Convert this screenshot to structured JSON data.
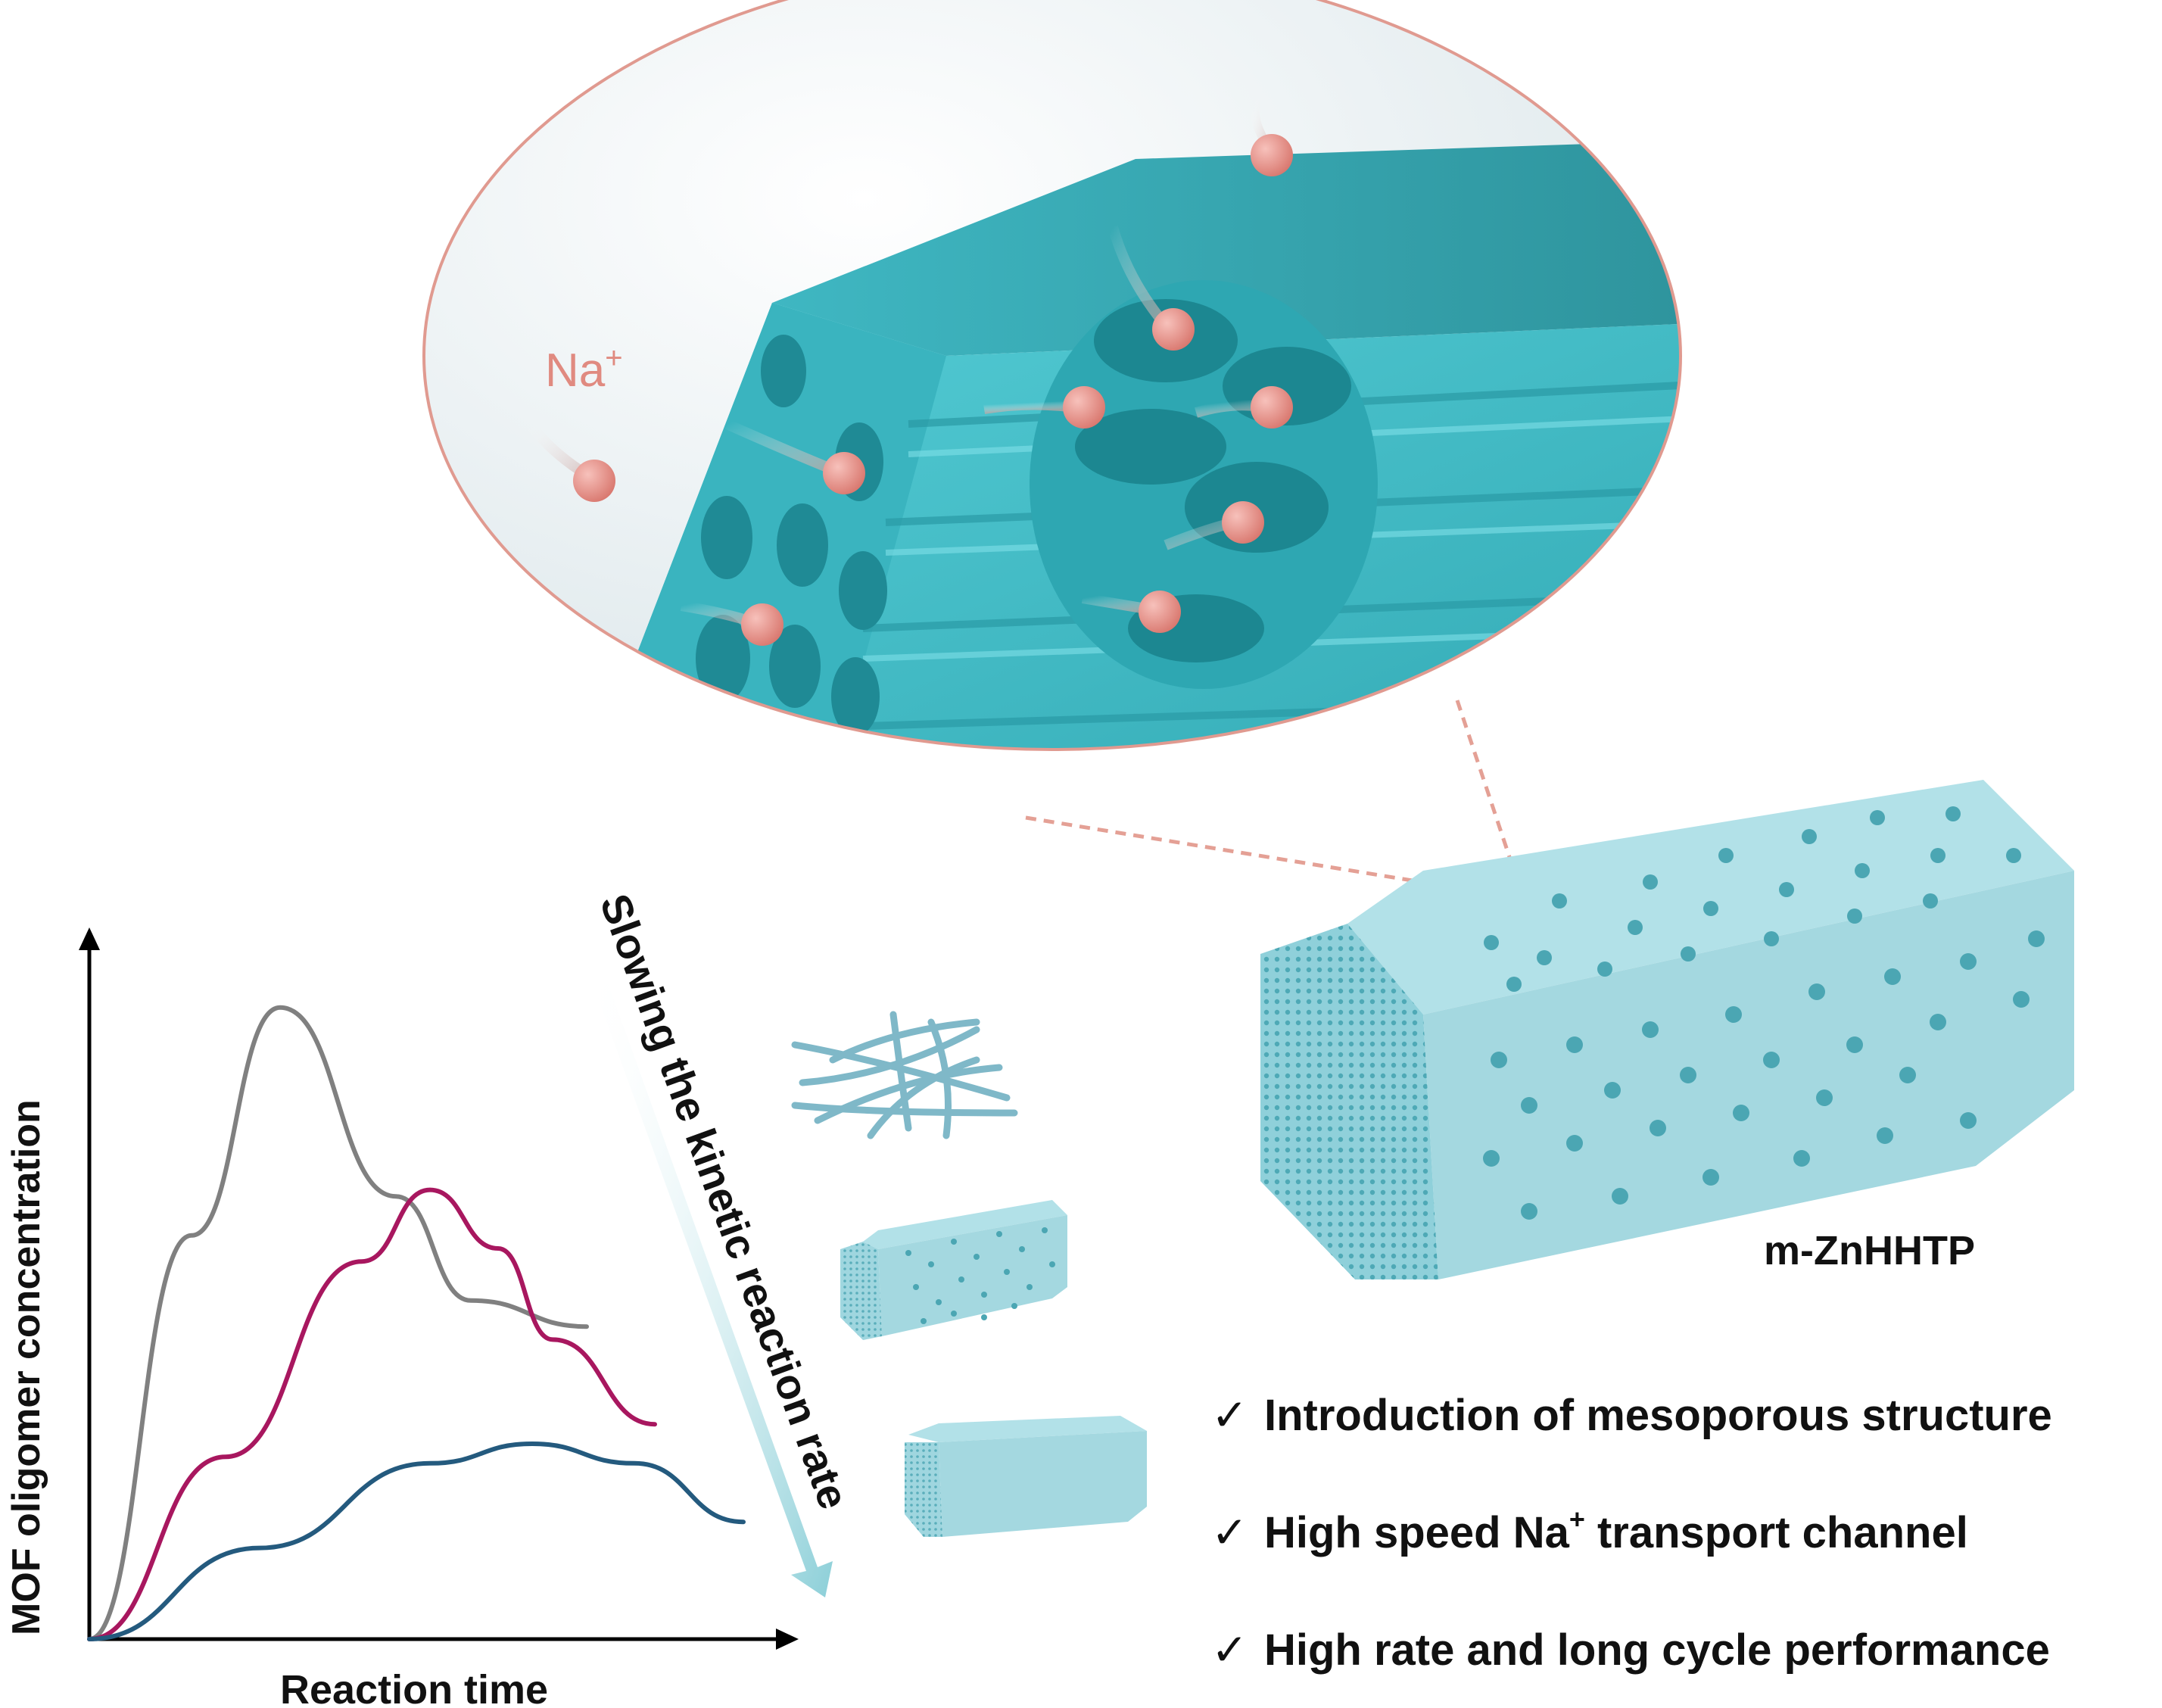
{
  "zoom_label": "Na",
  "zoom_label_sup": "+",
  "product_label": "m-ZnHHTP",
  "arrow_label": "Slowing the kinetic reaction rate",
  "graph": {
    "ylabel": "MOF oligomer concentration",
    "xlabel": "Reaction time"
  },
  "checklist": [
    {
      "mark": "✓",
      "text": "Introduction of mesoporous structure",
      "sup": ""
    },
    {
      "mark": "✓",
      "text_before": "High speed Na",
      "sup": "+",
      "text_after": " transport channel"
    },
    {
      "mark": "✓",
      "text": "High rate and long cycle performance",
      "sup": ""
    }
  ],
  "colors": {
    "teal": "#4cc3cd",
    "teal_dark": "#2c9aa5",
    "ion": "#e8938b",
    "ellipse_border": "#e09a90",
    "curve_gray": "#808080",
    "curve_magenta": "#a8175f",
    "curve_blue": "#245a7e",
    "prism": "#a8dce4"
  },
  "chart_data": {
    "type": "line",
    "xlabel": "Reaction time",
    "ylabel": "MOF oligomer concentration",
    "series": [
      {
        "color": "#808080",
        "x": [
          0,
          0.15,
          0.28,
          0.45,
          0.56,
          0.73
        ],
        "y": [
          0,
          0.62,
          0.97,
          0.68,
          0.52,
          0.48
        ]
      },
      {
        "color": "#a8175f",
        "x": [
          0,
          0.2,
          0.4,
          0.5,
          0.6,
          0.68,
          0.83
        ],
        "y": [
          0,
          0.28,
          0.58,
          0.69,
          0.6,
          0.46,
          0.33
        ]
      },
      {
        "color": "#245a7e",
        "x": [
          0,
          0.25,
          0.5,
          0.65,
          0.8,
          0.96
        ],
        "y": [
          0,
          0.14,
          0.27,
          0.3,
          0.27,
          0.18
        ]
      }
    ]
  }
}
